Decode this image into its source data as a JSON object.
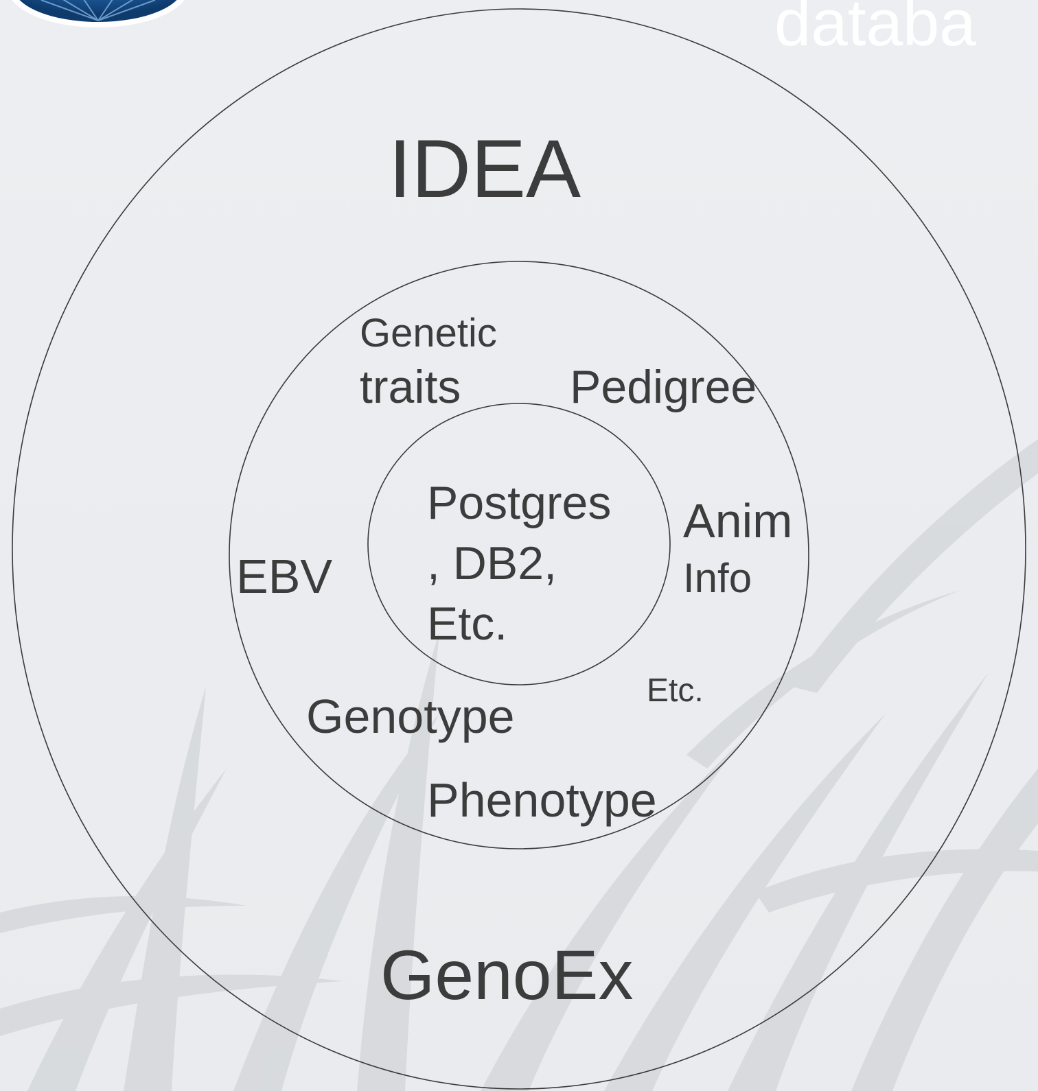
{
  "header": {
    "title_fragment": "databa"
  },
  "diagram": {
    "outer_ring": {
      "title": "IDEA",
      "bottom_label": "GenoEx"
    },
    "middle_ring": {
      "labels": {
        "genetic_traits": [
          "Genetic",
          "traits"
        ],
        "pedigree": "Pedigree",
        "anim_info": [
          "Anim",
          "Info"
        ],
        "ebv": "EBV",
        "etc": "Etc.",
        "genotype": "Genotype",
        "phenotype": "Phenotype"
      }
    },
    "inner_ring": {
      "lines": [
        "Postgres",
        ", DB2,",
        "Etc."
      ]
    }
  },
  "colors": {
    "background": "#eceef0",
    "ring_stroke": "#3a3a3a",
    "text": "#3c3c3c",
    "header_text": "#ffffff",
    "logo_blue": "#1d5a9a"
  }
}
